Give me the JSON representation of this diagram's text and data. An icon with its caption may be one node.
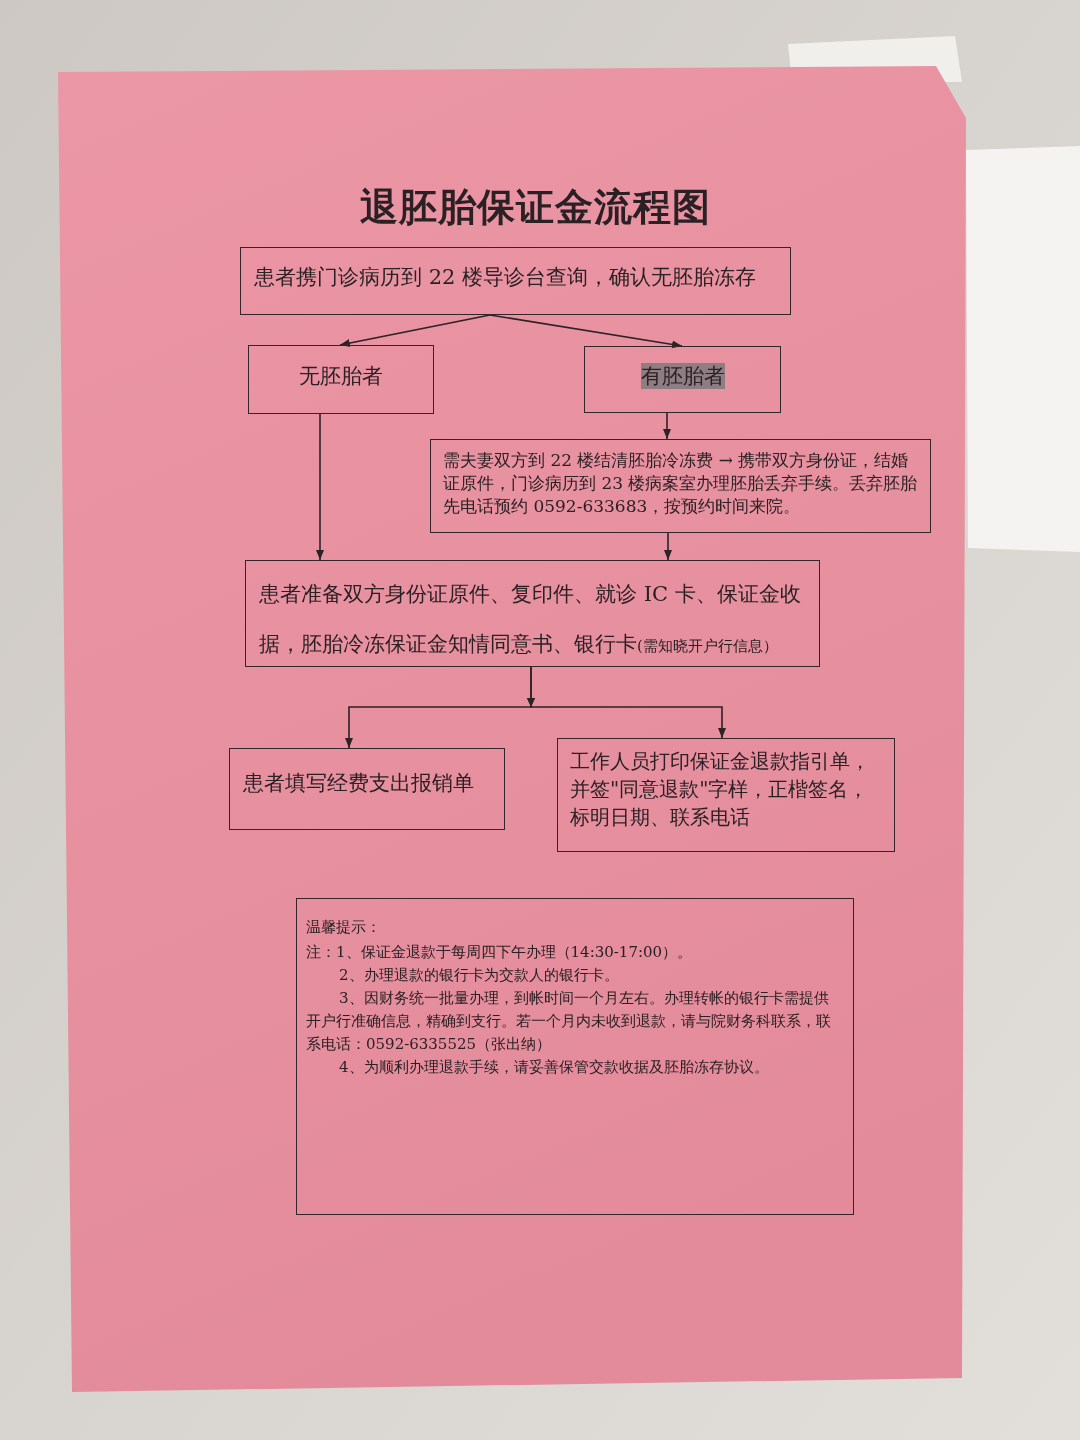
{
  "diagram": {
    "title": "退胚胎保证金流程图",
    "nodes": [
      {
        "text": [
          "患者携门诊病历到 22 楼导诊台查询，确认无胚胎冻存"
        ]
      },
      {
        "text": [
          "无胚胎者"
        ]
      },
      {
        "text": [
          "有胚胎者"
        ]
      },
      {
        "text": [
          "需夫妻双方到 22 楼结清胚胎冷冻费 → 携带双方身份证，结婚证原件，门诊病历到 23 楼病案室办理胚胎丢弃手续。丢弃胚胎先电话预约 0592-633683，按预约时间来院。"
        ]
      },
      {
        "text": [
          "患者准备双方身份证原件、复印件、就诊 IC 卡、保证金收据，胚胎冷冻保证金知情同意书、银行卡",
          "(需知晓开户行信息）"
        ]
      },
      {
        "text": [
          "患者填写经费支出报销单"
        ]
      },
      {
        "text": [
          "工作人员打印保证金退款指引单，并签\"同意退款\"字样，正楷签名，标明日期、联系电话"
        ]
      },
      {
        "text": [
          "温馨提示：",
          "注：1、保证金退款于每周四下午办理（14:30-17:00）。",
          "2、办理退款的银行卡为交款人的银行卡。",
          "3、因财务统一批量办理，到帐时间一个月左右。办理转帐的银行卡需提供开户行准确信息，精确到支行。若一个月内未收到退款，请与院财务科联系，联系电话：0592-6335525（张出纳）",
          "4、为顺利办理退款手续，请妥善保管交款收据及胚胎冻存协议。"
        ]
      }
    ],
    "edges": [
      {
        "from": 0,
        "to": 1,
        "arrow": "to"
      },
      {
        "from": 0,
        "to": 2,
        "arrow": "to"
      },
      {
        "from": 1,
        "to": 4,
        "arrow": "to"
      },
      {
        "from": 2,
        "to": 3,
        "arrow": "to"
      },
      {
        "from": 3,
        "to": 4,
        "arrow": "to"
      },
      {
        "from": 4,
        "to": 5,
        "arrow": "to"
      },
      {
        "from": 4,
        "to": 6,
        "arrow": "to"
      }
    ]
  }
}
